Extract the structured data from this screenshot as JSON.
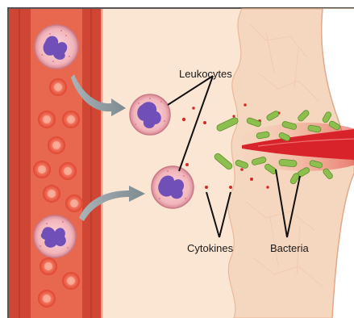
{
  "labels": {
    "leukocytes": "Leukocytes",
    "cytokines": "Cytokines",
    "bacteria": "Bacteria"
  },
  "colors": {
    "vessel_wall": "#c73a2a",
    "vessel_lumen": "#e8674f",
    "tissue": "#fbe3cf",
    "wound_red": "#d8262b",
    "bacteria_green": "#8cbf4e",
    "leukocyte_cytoplasm": "#f2b7bc",
    "leukocyte_nucleus": "#7050b8"
  }
}
